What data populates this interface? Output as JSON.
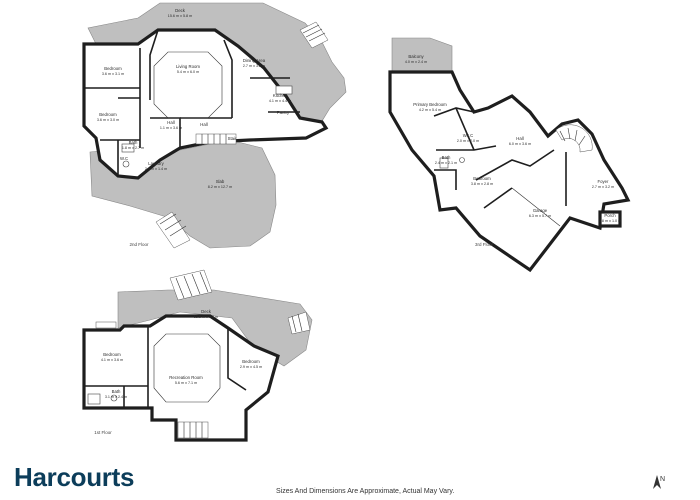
{
  "brand": {
    "name": "Harcourts",
    "color": "#0c3d5a"
  },
  "disclaimer": "Sizes And Dimensions Are Approximate, Actual May Vary.",
  "compass": {
    "label": "N",
    "icon": "north-arrow-icon"
  },
  "floors": [
    {
      "id": "2nd",
      "label": "2nd Floor",
      "rooms": [
        {
          "id": "deck",
          "name": "Deck",
          "dims": "15.6 m x 5.8 m"
        },
        {
          "id": "bedroom-a",
          "name": "Bedroom",
          "dims": "3.6 m x 3.1 m"
        },
        {
          "id": "living",
          "name": "Living Room",
          "dims": "5.4 m x 6.0 m"
        },
        {
          "id": "dining",
          "name": "Dining Area",
          "dims": "2.7 m x 3.8 m"
        },
        {
          "id": "kitchen",
          "name": "Kitchen",
          "dims": "4.1 m x 4.4 m"
        },
        {
          "id": "pantry",
          "name": "Pantry",
          "dims": ""
        },
        {
          "id": "bedroom-b",
          "name": "Bedroom",
          "dims": "3.6 m x 3.0 m"
        },
        {
          "id": "hall-a",
          "name": "Hall",
          "dims": "1.1 m x 3.6 m"
        },
        {
          "id": "hall-b",
          "name": "Hall",
          "dims": ""
        },
        {
          "id": "bath",
          "name": "Bath",
          "dims": "1.8 m x 2.7 m"
        },
        {
          "id": "wc",
          "name": "W.C",
          "dims": ""
        },
        {
          "id": "laundry",
          "name": "Laundry",
          "dims": "2.4 m x 1.4 m"
        },
        {
          "id": "stair",
          "name": "Stair",
          "dims": ""
        },
        {
          "id": "slab",
          "name": "Slab",
          "dims": "8.2 m x 12.7 m"
        }
      ]
    },
    {
      "id": "3rd",
      "label": "3rd Floor",
      "rooms": [
        {
          "id": "balcony",
          "name": "Balcony",
          "dims": "4.0 m x 2.4 m"
        },
        {
          "id": "primary",
          "name": "Primary Bedroom",
          "dims": "4.2 m x 5.4 m"
        },
        {
          "id": "wic",
          "name": "W.I.C",
          "dims": "2.0 m x 2.0 m"
        },
        {
          "id": "hall",
          "name": "Hall",
          "dims": "6.0 m x 3.6 m"
        },
        {
          "id": "bath",
          "name": "Bath",
          "dims": "2.4 m x 2.1 m"
        },
        {
          "id": "bedroom",
          "name": "Bedroom",
          "dims": "3.8 m x 2.8 m"
        },
        {
          "id": "foyer",
          "name": "Foyer",
          "dims": "2.7 m x 3.2 m"
        },
        {
          "id": "porch",
          "name": "Porch",
          "dims": "1.8 m x 1.0 m"
        },
        {
          "id": "garage",
          "name": "Garage",
          "dims": "6.3 m x 5.7 m"
        }
      ]
    },
    {
      "id": "1st",
      "label": "1st Floor",
      "rooms": [
        {
          "id": "deck",
          "name": "Deck",
          "dims": "12.5 m x 3.5 m"
        },
        {
          "id": "bedroom-a",
          "name": "Bedroom",
          "dims": "4.1 m x 3.6 m"
        },
        {
          "id": "recreation",
          "name": "Recreation Room",
          "dims": "5.6 m x 7.1 m"
        },
        {
          "id": "bedroom-b",
          "name": "Bedroom",
          "dims": "2.9 m x 4.5 m"
        },
        {
          "id": "bath",
          "name": "Bath",
          "dims": "3.1 m x 2.4 m"
        }
      ]
    }
  ]
}
